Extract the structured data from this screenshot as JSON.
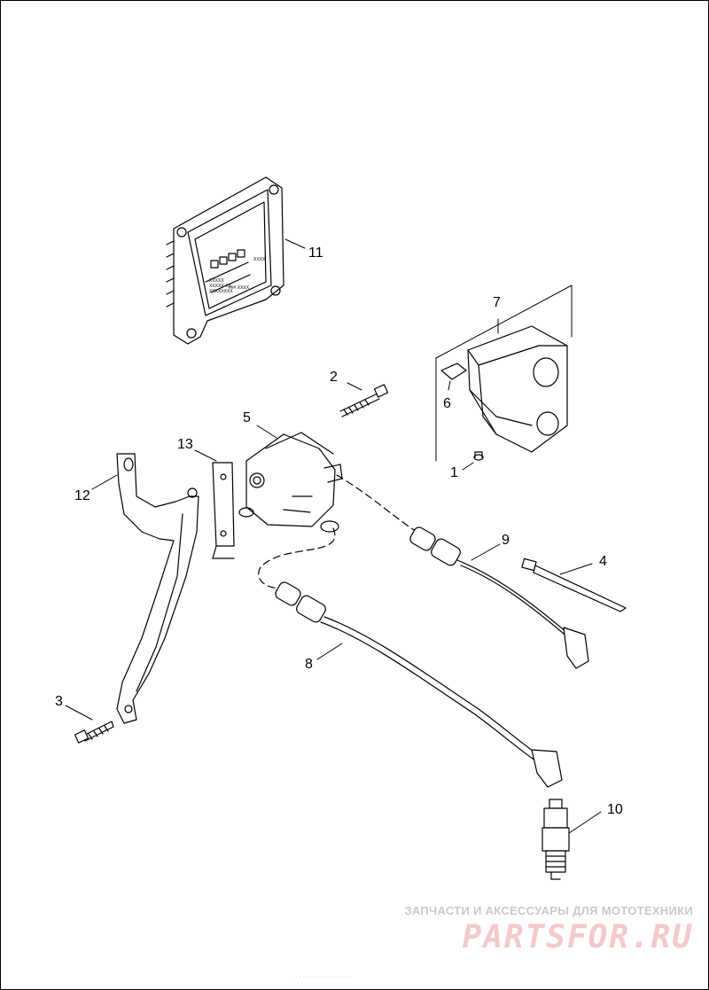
{
  "diagram": {
    "callouts": {
      "c1": "1",
      "c2": "2",
      "c3": "3",
      "c4": "4",
      "c5": "5",
      "c6": "6",
      "c7": "7",
      "c8": "8",
      "c9": "9",
      "c10": "10",
      "c11": "11",
      "c12": "12",
      "c13": "13"
    },
    "module_label": {
      "top_right": "XXXX",
      "mid": "XXXXX",
      "mid2": "XXXXX-XX",
      "mid3": "XXXXXXXX",
      "bottom": "###  XXXX"
    }
  },
  "watermark": {
    "tagline": "ЗАПЧАСТИ И АКСЕССУАРЫ ДЛЯ МОТОТЕХНИКИ",
    "logo": "PARTSFOR.RU"
  },
  "footer": {
    "reference": ". . . . . .  . . . . . . . . . . ."
  },
  "colors": {
    "line": "#000000",
    "watermark_text": "#c9c9c9",
    "watermark_logo": "#f3c9c9"
  }
}
